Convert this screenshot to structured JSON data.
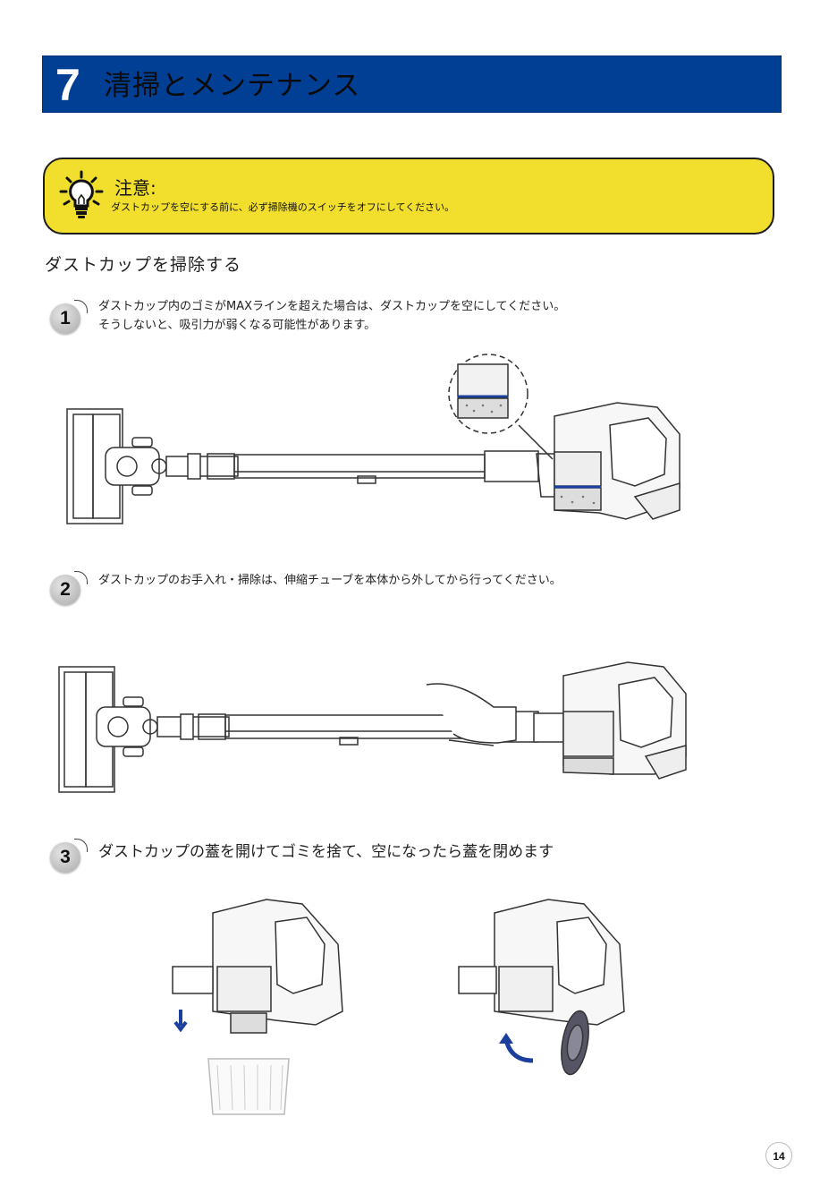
{
  "header": {
    "number": "7",
    "title": "清掃とメンテナンス",
    "color": "#003f93"
  },
  "caution": {
    "heading": "注意:",
    "text": "ダストカップを空にする前に、必ず掃除機のスイッチをオフにしてください。",
    "icon": "lightbulb-icon",
    "background": "#f2df2d"
  },
  "section": {
    "title": "ダストカップを掃除する"
  },
  "steps": [
    {
      "number": "1",
      "lines": [
        "ダストカップ内のゴミがMAXラインを超えた場合は、ダストカップを空にしてください。",
        "そうしないと、吸引力が弱くなる可能性があります。"
      ]
    },
    {
      "number": "2",
      "lines": [
        "ダストカップのお手入れ・掃除は、伸縮チューブを本体から外してから行ってください。"
      ]
    },
    {
      "number": "3",
      "lines": [
        "ダストカップの蓋を開けてゴミを捨て、空になったら蓋を閉めます"
      ]
    }
  ],
  "page_number": "14"
}
